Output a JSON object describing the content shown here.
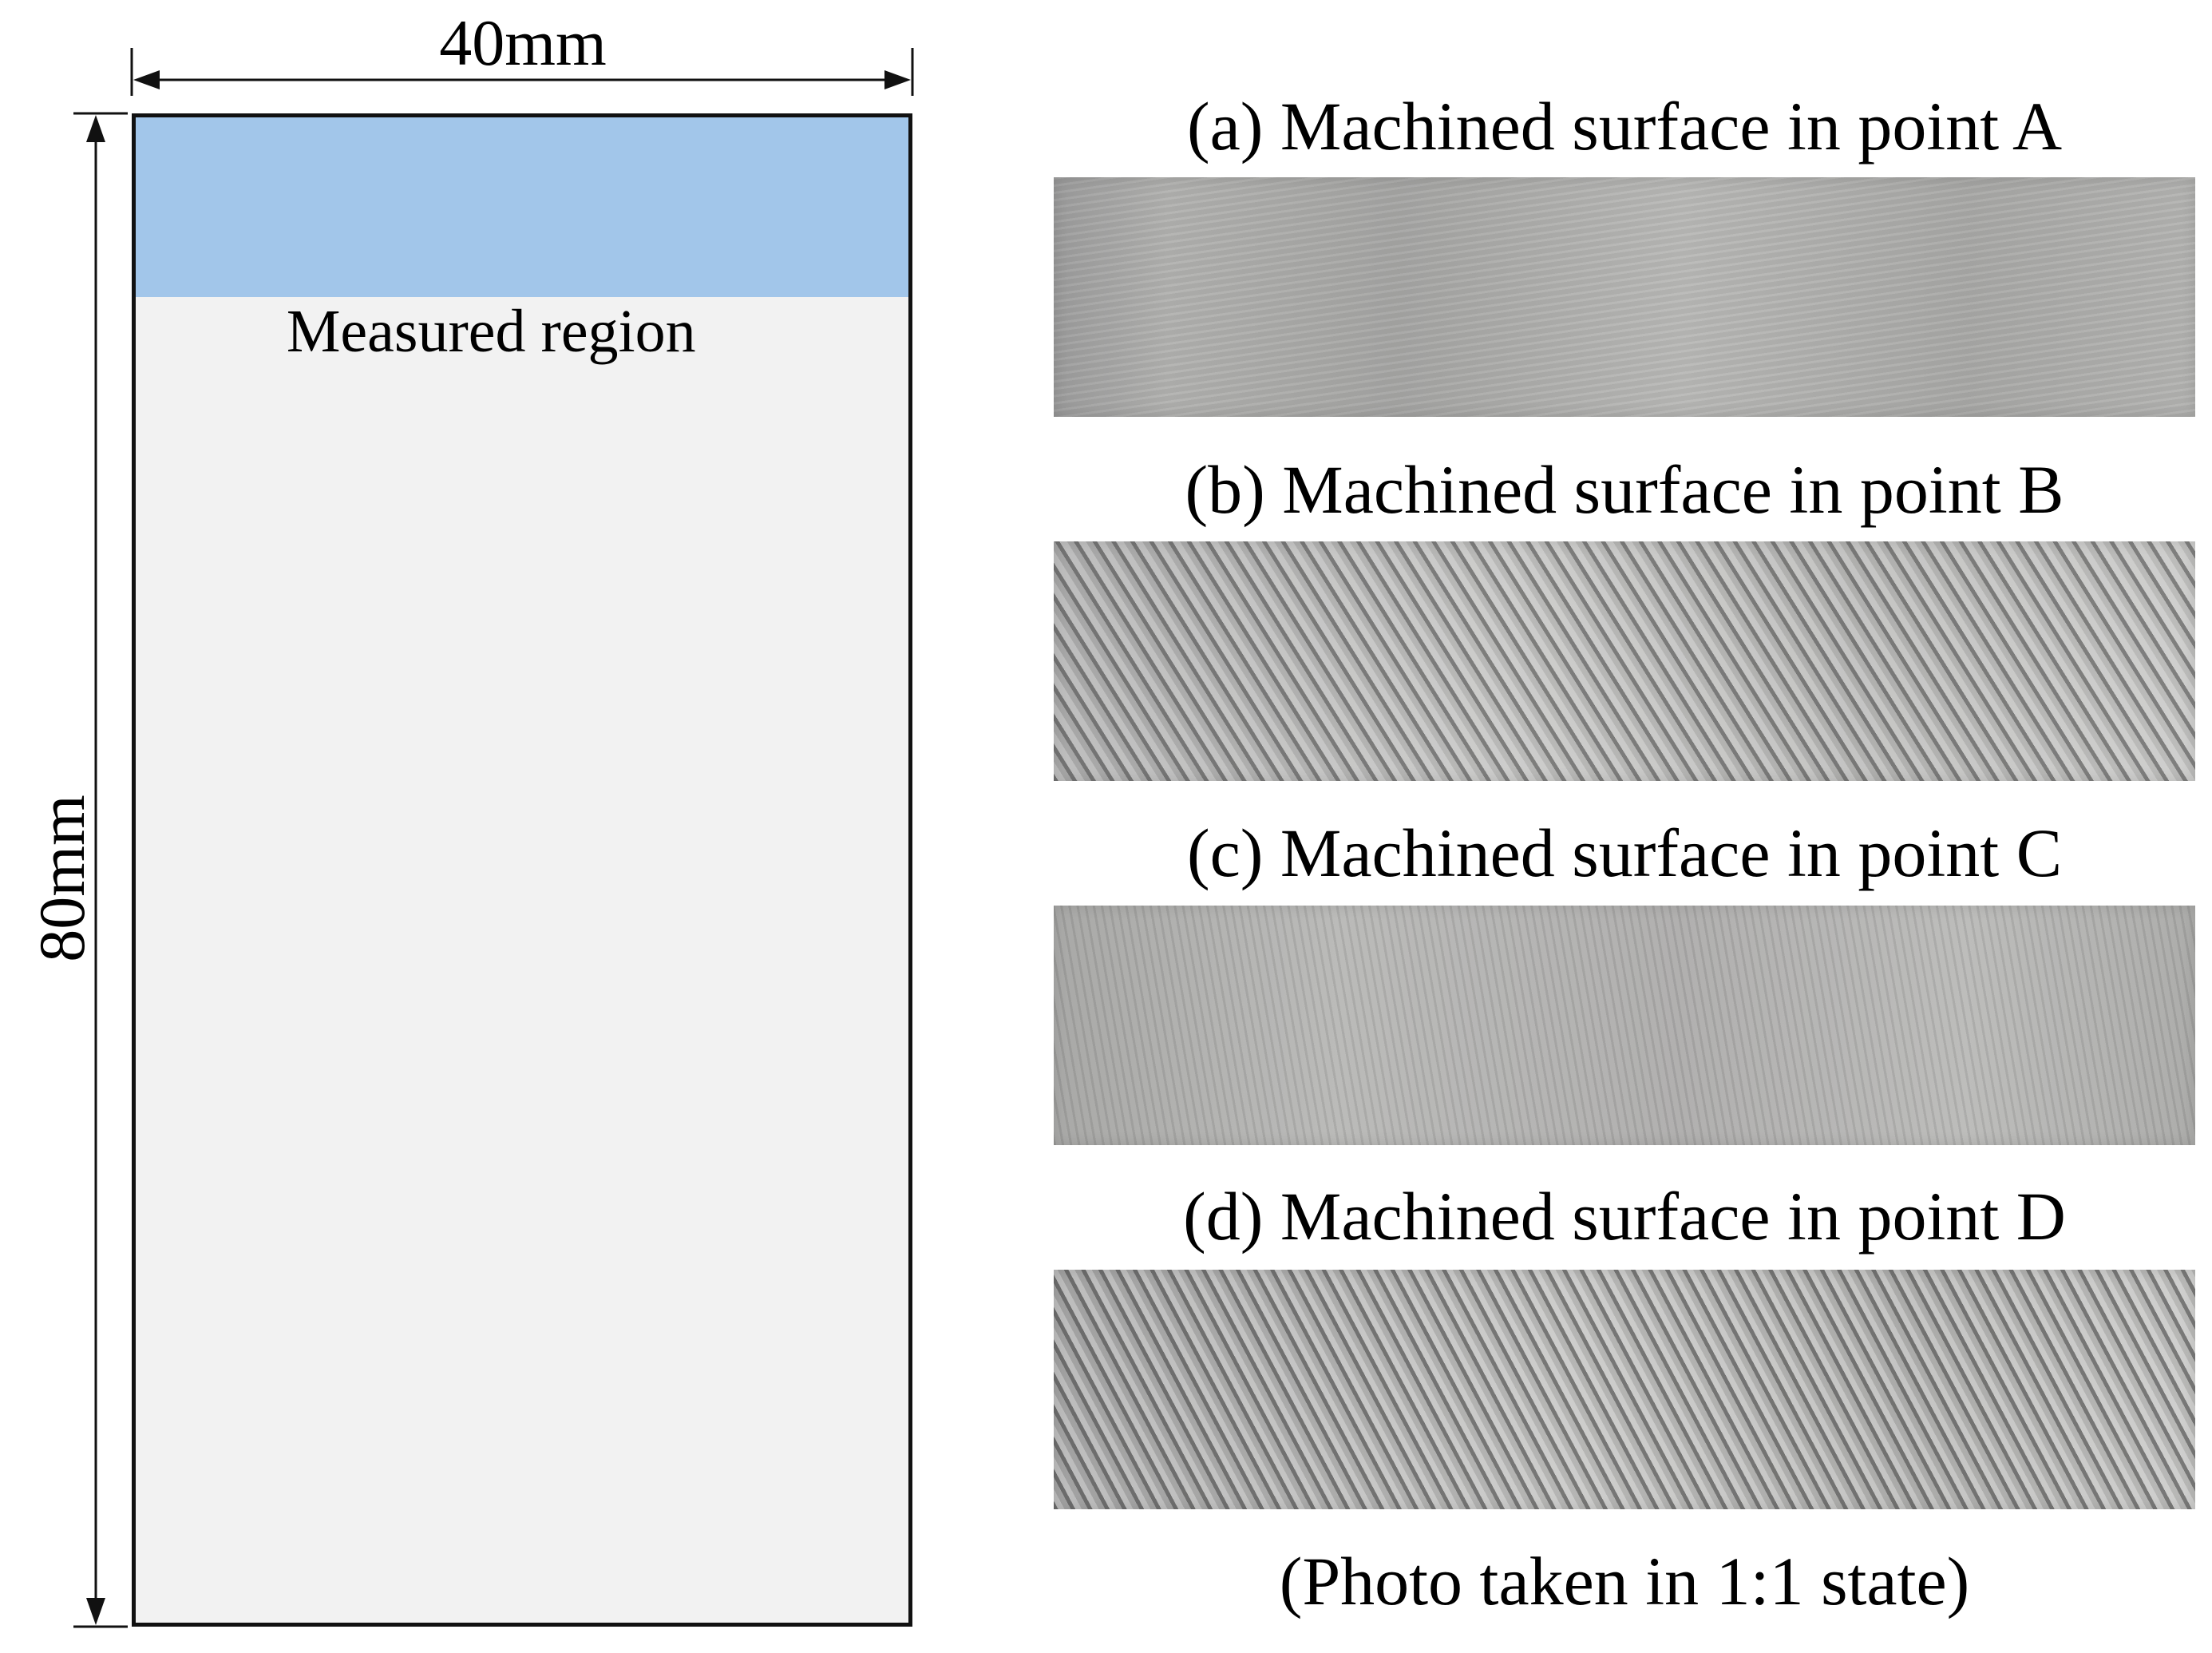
{
  "specimen": {
    "width_label": "40mm",
    "height_label": "80mm",
    "measured_region_label": "Measured region",
    "measured_region_color": "#a2c6ea",
    "body_color": "#f2f2f2"
  },
  "panels": [
    {
      "caption": "(a) Machined surface in point A"
    },
    {
      "caption": "(b) Machined surface in point B"
    },
    {
      "caption": "(c) Machined surface in point C"
    },
    {
      "caption": "(d) Machined surface in point D"
    }
  ],
  "photo_note": "(Photo taken in 1:1 state)"
}
